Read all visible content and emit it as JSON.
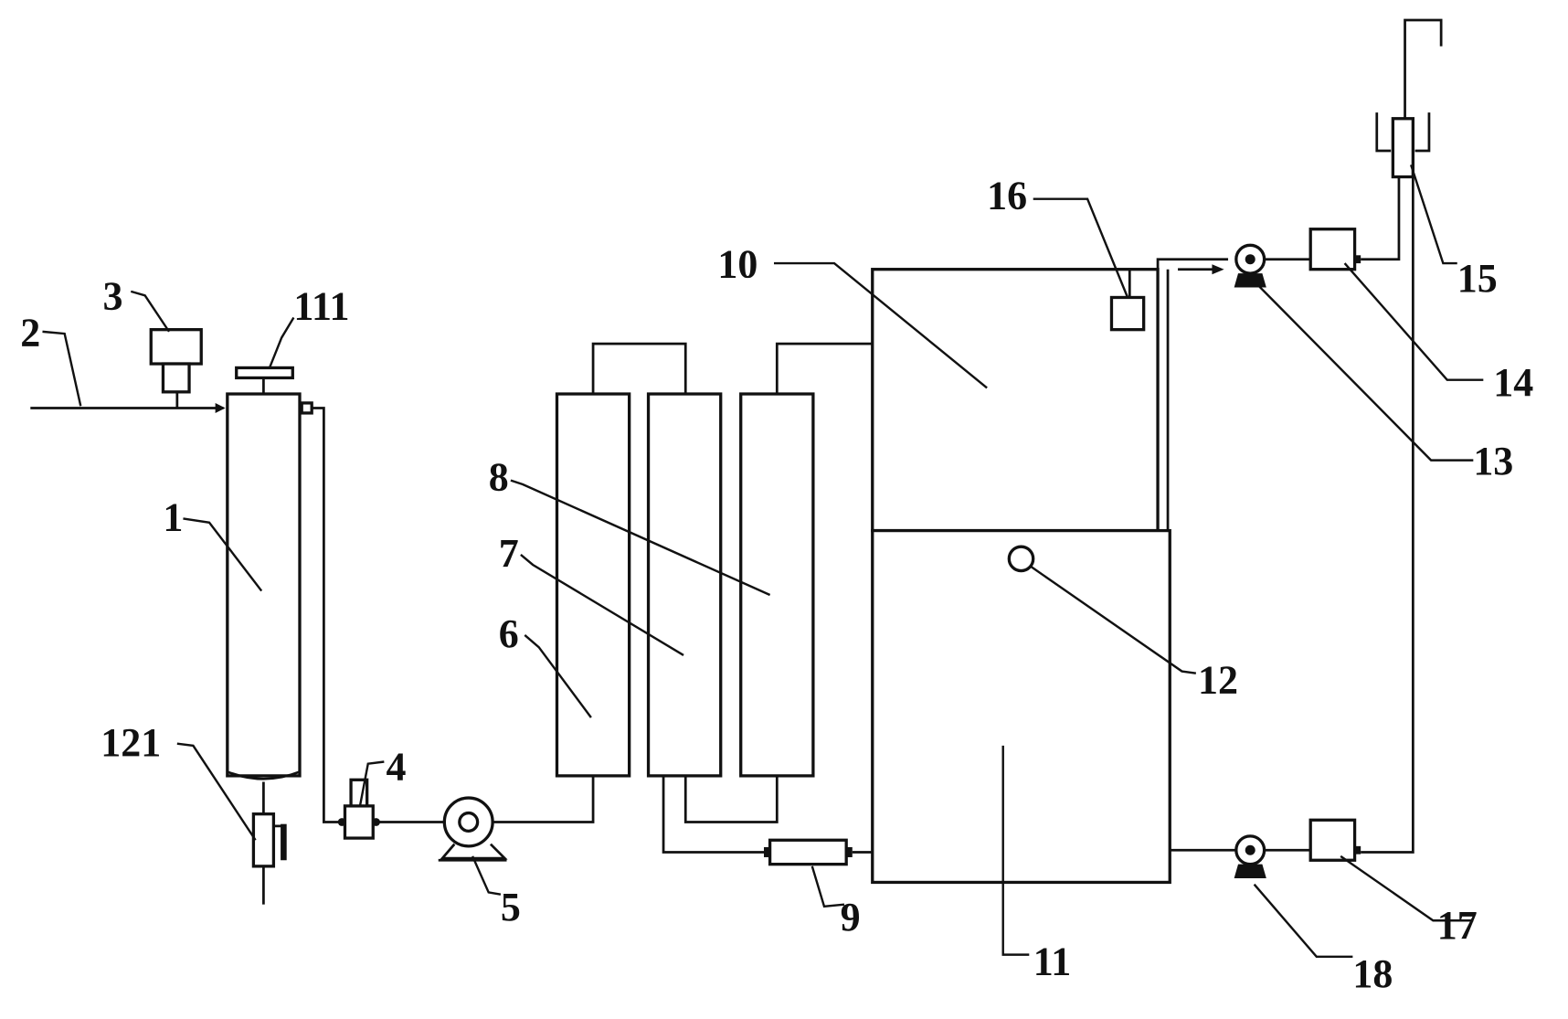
{
  "labels": {
    "n1": "1",
    "n2": "2",
    "n3": "3",
    "n4": "4",
    "n5": "5",
    "n6": "6",
    "n7": "7",
    "n8": "8",
    "n9": "9",
    "n10": "10",
    "n11": "11",
    "n12": "12",
    "n13": "13",
    "n14": "14",
    "n15": "15",
    "n16": "16",
    "n17": "17",
    "n18": "18",
    "n111": "111",
    "n121": "121"
  }
}
